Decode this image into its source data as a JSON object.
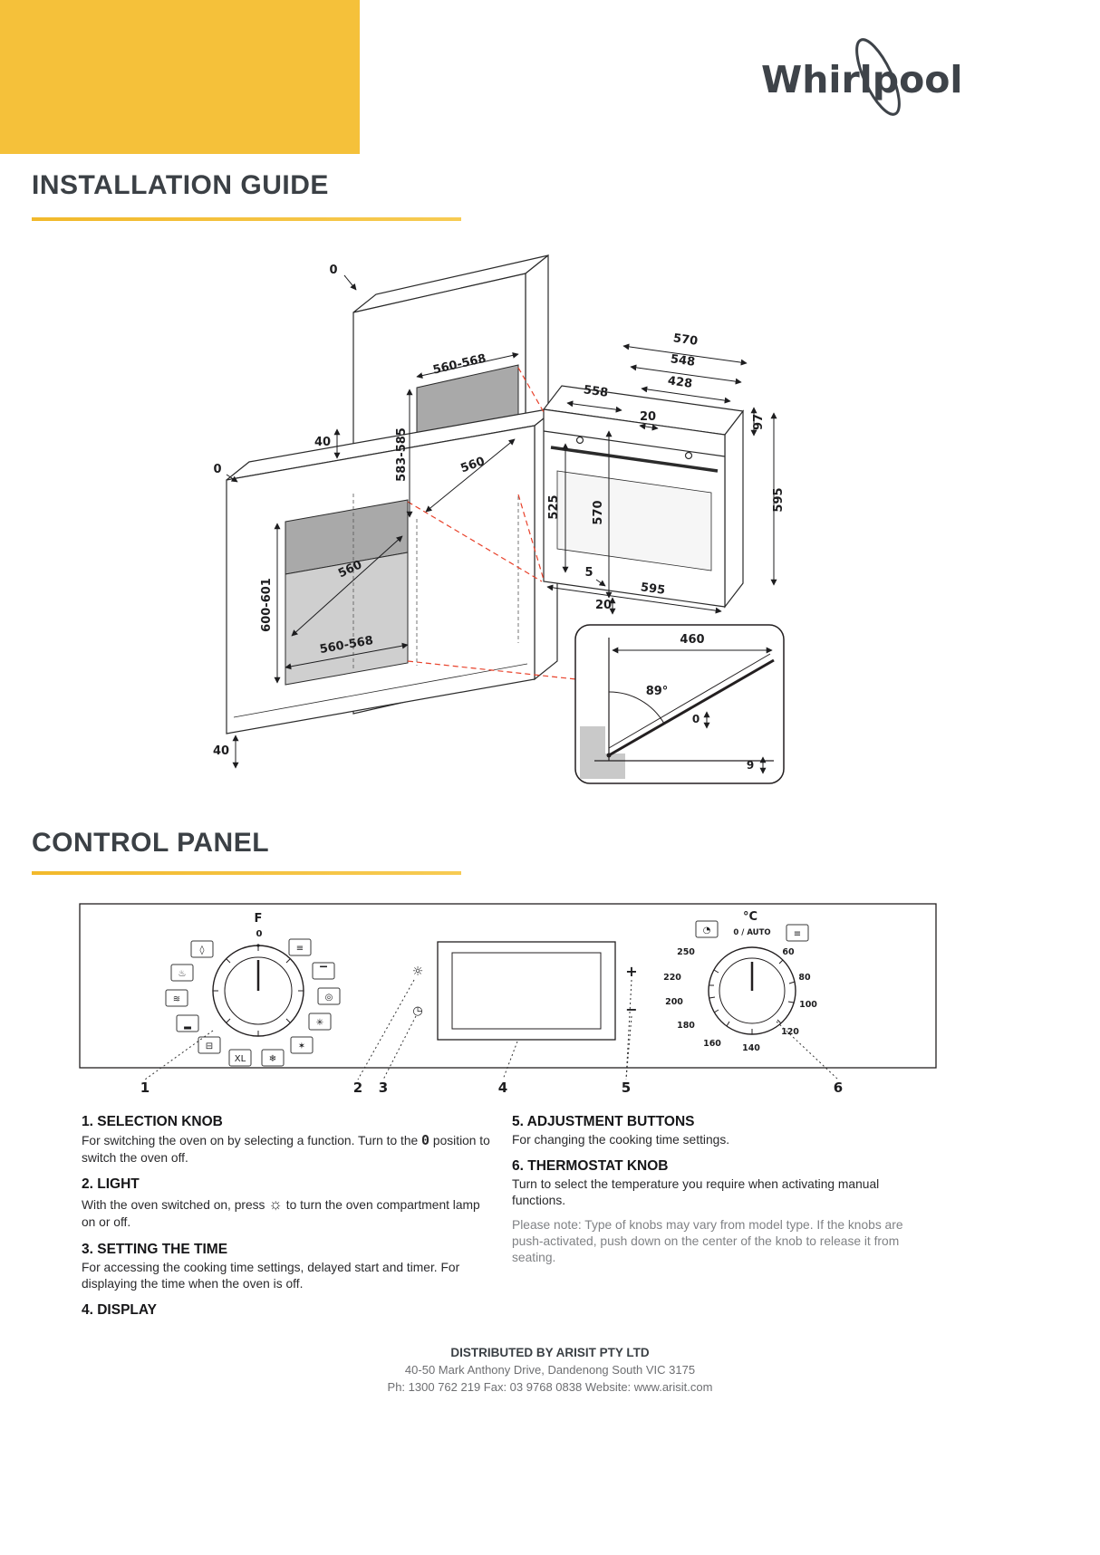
{
  "brand": {
    "name": "Whirlpool"
  },
  "sections": {
    "installation_title": "INSTALLATION GUIDE",
    "control_title": "CONTROL PANEL"
  },
  "colors": {
    "yellow": "#F5C13A",
    "heading": "#3B4045",
    "text": "#231F20",
    "muted": "#808285",
    "red_dash": "#E8412A"
  },
  "installation": {
    "dims": {
      "zero_top": "0",
      "niche_top_width": "560-568",
      "niche_height_tall": "583-585",
      "niche_depth_tall": "560",
      "gap_mid": "40",
      "zero_base": "0",
      "niche_depth_base": "560",
      "niche_height_base": "600-601",
      "niche_bottom_width": "560-568",
      "plinth_gap": "40",
      "oven_width_570": "570",
      "oven_width_548": "548",
      "oven_width_428": "428",
      "oven_depth_558": "558",
      "oven_top_20": "20",
      "oven_side_97": "97",
      "oven_side_595": "595",
      "oven_front_525": "525",
      "oven_front_570": "570",
      "oven_bottom_5": "5",
      "oven_bottom_20": "20",
      "oven_bottom_595": "595",
      "door_width_460": "460",
      "door_angle_89": "89°",
      "door_gap_0": "0",
      "door_gap_9": "9"
    }
  },
  "control_panel": {
    "selection": {
      "dial_label": "F",
      "off_label": "0",
      "icons": [
        {
          "name": "self-clean-icon",
          "glyph": "◊"
        },
        {
          "name": "grill-icon",
          "glyph": "♨"
        },
        {
          "name": "turbo-grill-icon",
          "glyph": "≋"
        },
        {
          "name": "bottom-heat-icon",
          "glyph": "▂"
        },
        {
          "name": "conventional-icon",
          "glyph": "⊟"
        },
        {
          "name": "xl-icon",
          "glyph": "XL"
        },
        {
          "name": "defrost-icon",
          "glyph": "❄"
        },
        {
          "name": "pizza-icon",
          "glyph": "✶"
        },
        {
          "name": "fan-bake-icon",
          "glyph": "✳"
        },
        {
          "name": "fan-icon",
          "glyph": "◎"
        },
        {
          "name": "top-heat-icon",
          "glyph": "▔"
        },
        {
          "name": "grill-fan-icon",
          "glyph": "≡"
        }
      ]
    },
    "display": {
      "lamp_glyph": "☼",
      "clock_glyph": "◷",
      "plus": "+",
      "minus": "−"
    },
    "thermostat": {
      "unit_label": "°C",
      "auto_label": "0 / AUTO",
      "temps": [
        "250",
        "220",
        "200",
        "180",
        "160",
        "140",
        "120",
        "100",
        "80",
        "60"
      ],
      "icons": [
        {
          "name": "timer-icon",
          "glyph": "◔"
        },
        {
          "name": "warming-icon",
          "glyph": "≡"
        }
      ]
    },
    "callouts": [
      "1",
      "2",
      "3",
      "4",
      "5",
      "6"
    ]
  },
  "instructions": {
    "item1": {
      "heading": "1. SELECTION KNOB",
      "body1": "For switching the oven on by selecting a function. Turn to the",
      "zero": "0",
      "body2": "position to switch the oven off."
    },
    "item2": {
      "heading": "2. LIGHT",
      "body1": "With the oven switched on, press",
      "lamp_glyph": "☼",
      "body2": "to turn the oven compartment lamp on or off."
    },
    "item3": {
      "heading": "3. SETTING THE TIME",
      "body": "For accessing the cooking time settings, delayed start and timer. For displaying the time when the oven is off."
    },
    "item4": {
      "heading": "4. DISPLAY"
    },
    "item5": {
      "heading": "5. ADJUSTMENT BUTTONS",
      "body": "For changing the cooking time settings."
    },
    "item6": {
      "heading": "6. THERMOSTAT KNOB",
      "body": "Turn to select the temperature you require when activating manual functions."
    },
    "note": "Please note: Type of knobs may vary from model type. If the knobs are push-activated, push down on the center of the knob to release it from seating."
  },
  "footer": {
    "line1": "DISTRIBUTED BY ARISIT PTY LTD",
    "line2": "40-50 Mark Anthony Drive, Dandenong South VIC 3175",
    "line3": "Ph: 1300 762 219 Fax: 03 9768 0838 Website: www.arisit.com"
  }
}
